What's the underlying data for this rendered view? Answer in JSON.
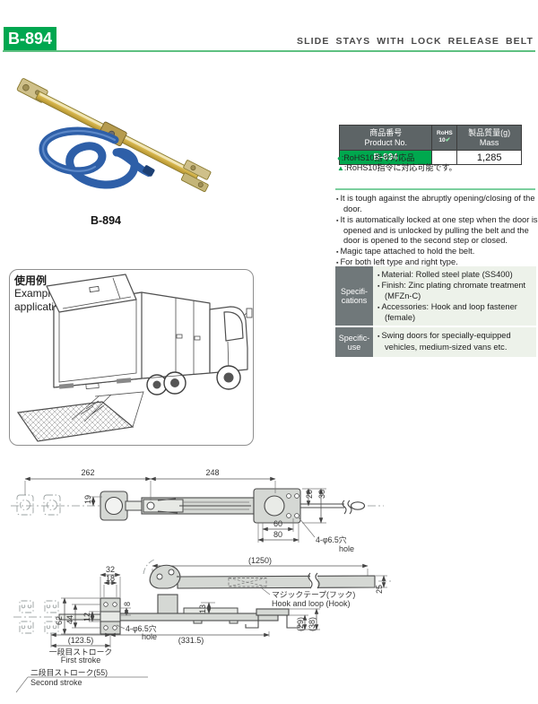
{
  "colors": {
    "accent_green": "#00a750",
    "rule_green": "#7ccf9e",
    "table_header_gray": "#5d6466",
    "product_cell_green": "#00a84e",
    "spec_label_gray": "#70787a",
    "spec_panel_bg": "#edf2ea",
    "belt_blue": "#2e5fa8"
  },
  "header": {
    "product_code": "B-894",
    "title": "SLIDE STAYS WITH LOCK RELEASE BELT"
  },
  "photo": {
    "caption": "B-894"
  },
  "application": {
    "label_jp": "使用例",
    "label_en1": "Example of",
    "label_en2": "application"
  },
  "product_table": {
    "col_product_jp": "商品番号",
    "col_product_en": "Product No.",
    "col_rohs": "RoHS",
    "col_rohs_num": "10",
    "col_rohs_check": "✔",
    "col_mass_jp": "製品質量(g)",
    "col_mass_en": "Mass",
    "row": {
      "product_no": "B-894",
      "rohs": "",
      "mass": "1,285"
    }
  },
  "rohs_notes": [
    {
      "marker": "●",
      "text": ":RoHS10指令対応品"
    },
    {
      "marker": "▲",
      "text": ":RoHS10指令に対応可能です。"
    }
  ],
  "features": [
    "It is tough against the abruptly opening/closing of the door.",
    "It is automatically locked at one step when the door is opened and is unlocked by pulling the belt and the door is opened to the second step or closed.",
    "Magic tape attached to hold the belt.",
    "For both left type and right type."
  ],
  "specifications": {
    "label1": "Specifi-",
    "label2": "cations",
    "items": [
      "Material: Rolled steel plate (SS400)",
      "Finish: Zinc plating chromate treatment (MFZn-C)",
      "Accessories: Hook and loop fastener (female)"
    ],
    "use_label1": "Specific-",
    "use_label2": "use",
    "use_items": [
      "Swing doors for specially-equipped vehicles, medium-sized vans etc."
    ]
  },
  "drawing_top": {
    "dim_262": "262",
    "dim_248": "248",
    "dim_19": "19",
    "dim_20": "20",
    "dim_38": "38",
    "dim_60": "60",
    "dim_80": "80",
    "hole_jp": "4-φ6.5穴",
    "hole_en": "hole"
  },
  "drawing_side": {
    "dim_1250": "(1250)",
    "dim_25": "25",
    "dim_32": "32",
    "dim_18": "18",
    "dim_62": "62",
    "dim_44": "44",
    "dim_12": "12",
    "dim_8": "8",
    "dim_13": "13",
    "hole_jp": "4-φ6.5穴",
    "hole_en": "hole",
    "dim_123_5": "(123.5)",
    "dim_331_5": "(331.5)",
    "dim_29": "(29)",
    "dim_38p": "(38)",
    "tape_jp": "マジックテープ(フック)",
    "tape_en": "Hook and loop (Hook)",
    "stroke1_jp": "一段目ストローク",
    "stroke1_en": "First stroke",
    "stroke2_jp": "二段目ストローク(55)",
    "stroke2_en": "Second stroke"
  }
}
